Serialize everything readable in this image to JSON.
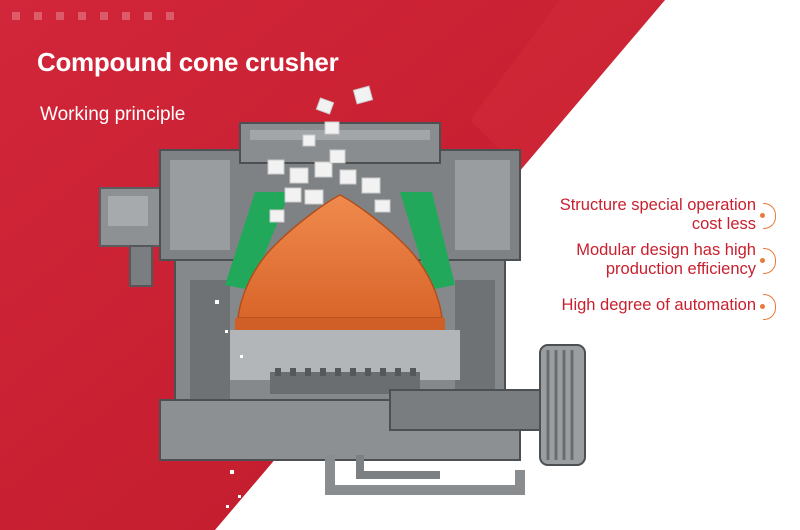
{
  "header": {
    "title": "Compound cone crusher",
    "subtitle": "Working principle"
  },
  "features": [
    {
      "line1": "Structure special operation",
      "line2": "cost less"
    },
    {
      "line1": "Modular design has high",
      "line2": "production efficiency"
    },
    {
      "line1": "High degree of automation",
      "line2": ""
    }
  ],
  "colors": {
    "brand_red": "#c8202f",
    "accent_orange": "#e87a3b",
    "liner_green": "#22a85a",
    "machine_gray": "#8c8f92"
  },
  "icons": [
    "bracket-marker-icon"
  ]
}
